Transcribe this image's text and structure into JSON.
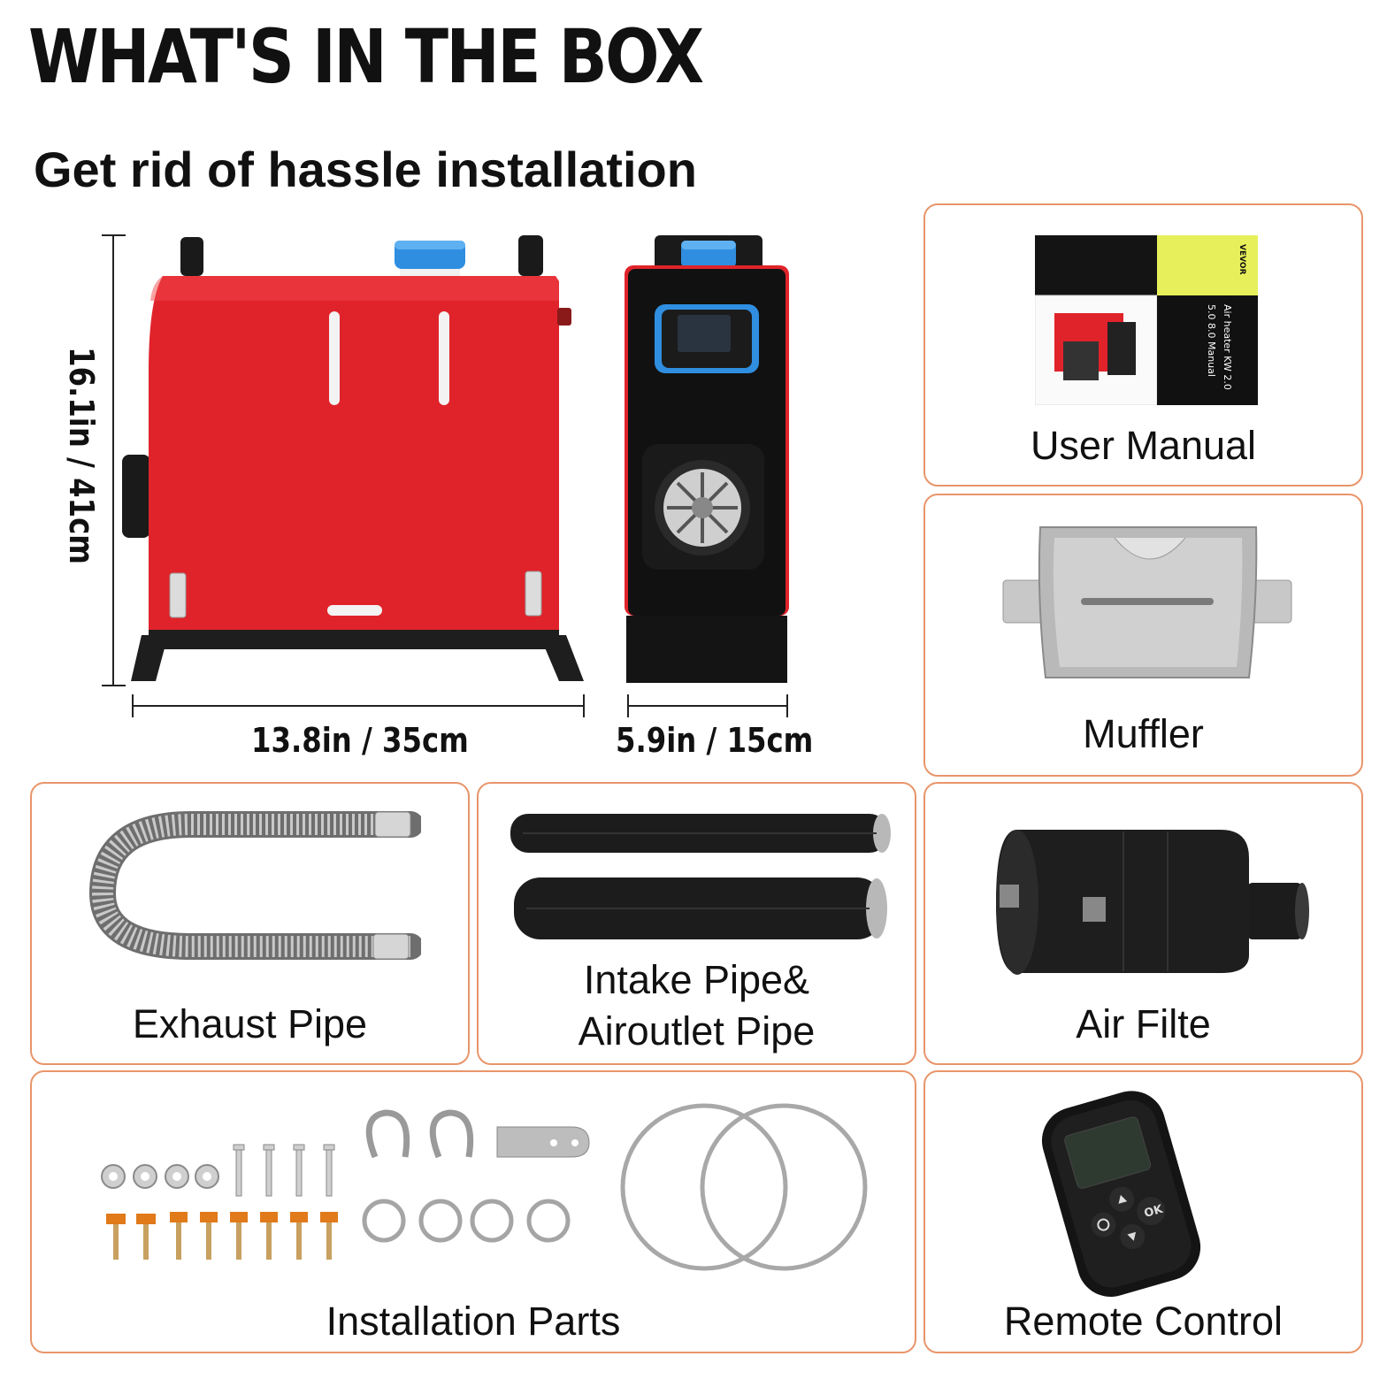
{
  "header": {
    "title": "WHAT'S IN THE BOX",
    "subtitle": "Get rid of hassle installation"
  },
  "dimensions": {
    "height": "16.1in / 41cm",
    "width": "13.8in / 35cm",
    "depth": "5.9in / 15cm"
  },
  "items": {
    "user_manual": "User Manual",
    "muffler": "Muffler",
    "exhaust_pipe": "Exhaust Pipe",
    "intake_pipe_line1": "Intake Pipe&",
    "intake_pipe_line2": "Airoutlet Pipe",
    "air_filter": "Air Filte",
    "installation_parts": "Installation Parts",
    "remote_control": "Remote Control"
  },
  "manual_cover": {
    "brand": "VEVOR",
    "line1": "Air heater KW 2.0",
    "line2": "5.0  8.0  Manual"
  },
  "remote": {
    "ok_label": "OK"
  },
  "colors": {
    "heater_red": "#e0232a",
    "cap_blue": "#2f8ee0",
    "border_orange": "#e8956a",
    "manual_yellow": "#e7f05a"
  }
}
